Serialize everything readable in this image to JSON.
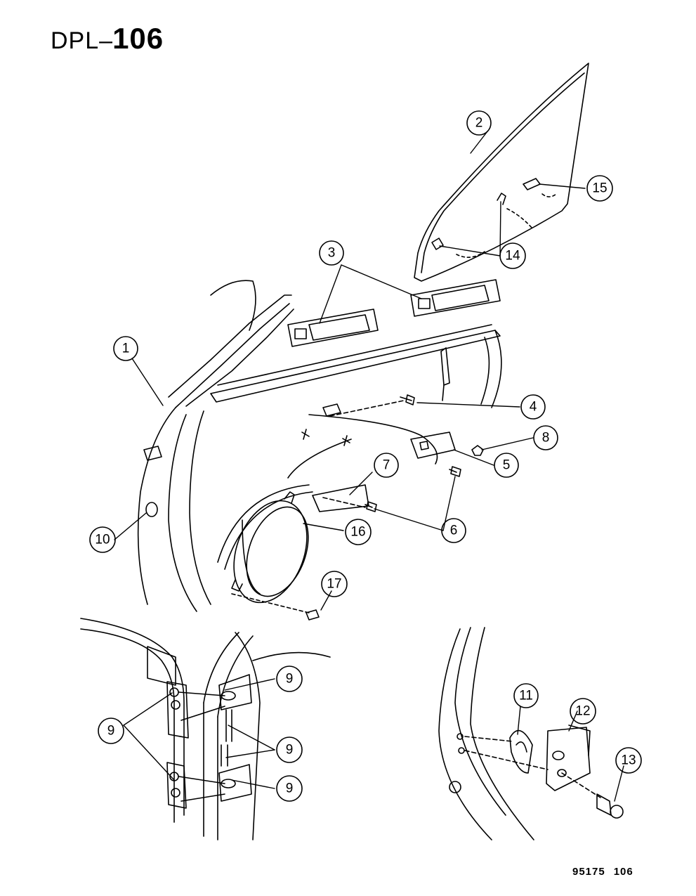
{
  "title": {
    "prefix": "DPL",
    "dash": "–",
    "number": "106"
  },
  "footer": {
    "figure_id": "95175",
    "page": "106"
  },
  "callouts": [
    {
      "id": "c1",
      "label": "1"
    },
    {
      "id": "c2",
      "label": "2"
    },
    {
      "id": "c3",
      "label": "3"
    },
    {
      "id": "c4",
      "label": "4"
    },
    {
      "id": "c5",
      "label": "5"
    },
    {
      "id": "c6",
      "label": "6"
    },
    {
      "id": "c7",
      "label": "7"
    },
    {
      "id": "c8",
      "label": "8"
    },
    {
      "id": "c9a",
      "label": "9"
    },
    {
      "id": "c9b",
      "label": "9"
    },
    {
      "id": "c9c",
      "label": "9"
    },
    {
      "id": "c9d",
      "label": "9"
    },
    {
      "id": "c10",
      "label": "10"
    },
    {
      "id": "c11",
      "label": "11"
    },
    {
      "id": "c12",
      "label": "12"
    },
    {
      "id": "c13",
      "label": "13"
    },
    {
      "id": "c14",
      "label": "14"
    },
    {
      "id": "c15",
      "label": "15"
    },
    {
      "id": "c16",
      "label": "16"
    },
    {
      "id": "c17",
      "label": "17"
    }
  ]
}
